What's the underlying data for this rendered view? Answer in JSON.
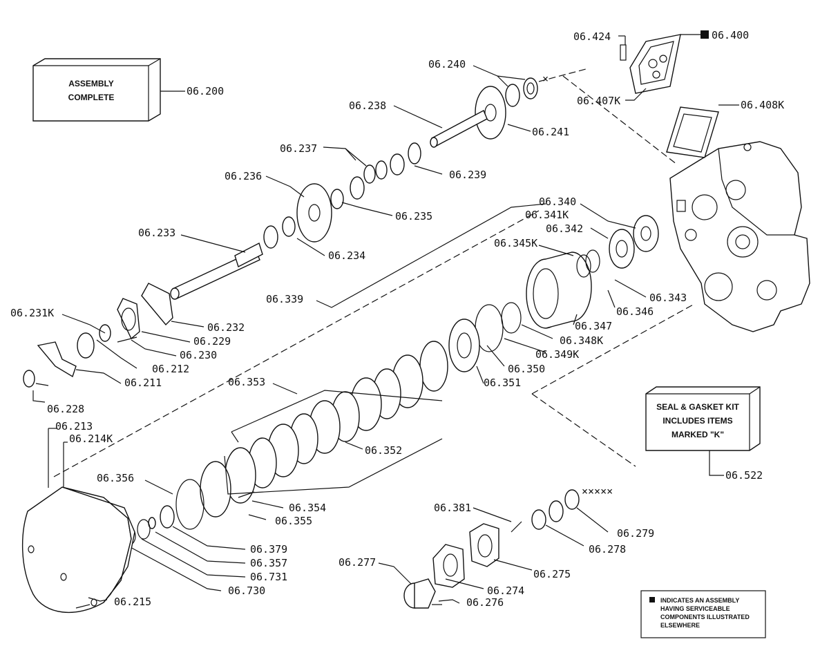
{
  "boxes": {
    "assembly": [
      "ASSEMBLY",
      "COMPLETE"
    ],
    "seal_kit": [
      "SEAL & GASKET KIT",
      "INCLUDES ITEMS",
      "MARKED \"K\""
    ],
    "legend": [
      "INDICATES AN ASSEMBLY",
      "HAVING SERVICEABLE",
      "COMPONENTS ILLUSTRATED",
      "ELSEWHERE"
    ]
  },
  "labels": {
    "l_06_200": "06.200",
    "l_06_424": "06.424",
    "l_06_400": "06.400",
    "l_06_240": "06.240",
    "l_06_407K": "06.407K",
    "l_06_408K": "06.408K",
    "l_06_238": "06.238",
    "l_06_241": "06.241",
    "l_06_237": "06.237",
    "l_06_239": "06.239",
    "l_06_236": "06.236",
    "l_06_235": "06.235",
    "l_06_340": "06.340",
    "l_06_341K": "06.341K",
    "l_06_342": "06.342",
    "l_06_233": "06.233",
    "l_06_234": "06.234",
    "l_06_345K": "06.345K",
    "l_06_339": "06.339",
    "l_06_343": "06.343",
    "l_06_346": "06.346",
    "l_06_231K": "06.231K",
    "l_06_232": "06.232",
    "l_06_347": "06.347",
    "l_06_229": "06.229",
    "l_06_348K": "06.348K",
    "l_06_230": "06.230",
    "l_06_349K": "06.349K",
    "l_06_212": "06.212",
    "l_06_350": "06.350",
    "l_06_211": "06.211",
    "l_06_351": "06.351",
    "l_06_353": "06.353",
    "l_06_228": "06.228",
    "l_06_213": "06.213",
    "l_06_214K": "06.214K",
    "l_06_352": "06.352",
    "l_06_522": "06.522",
    "l_06_356": "06.356",
    "l_06_354": "06.354",
    "l_06_355": "06.355",
    "l_06_381": "06.381",
    "l_06_279": "06.279",
    "l_06_379": "06.379",
    "l_06_278": "06.278",
    "l_06_357": "06.357",
    "l_06_277": "06.277",
    "l_06_275": "06.275",
    "l_06_731": "06.731",
    "l_06_730": "06.730",
    "l_06_274": "06.274",
    "l_06_215": "06.215",
    "l_06_276": "06.276"
  }
}
